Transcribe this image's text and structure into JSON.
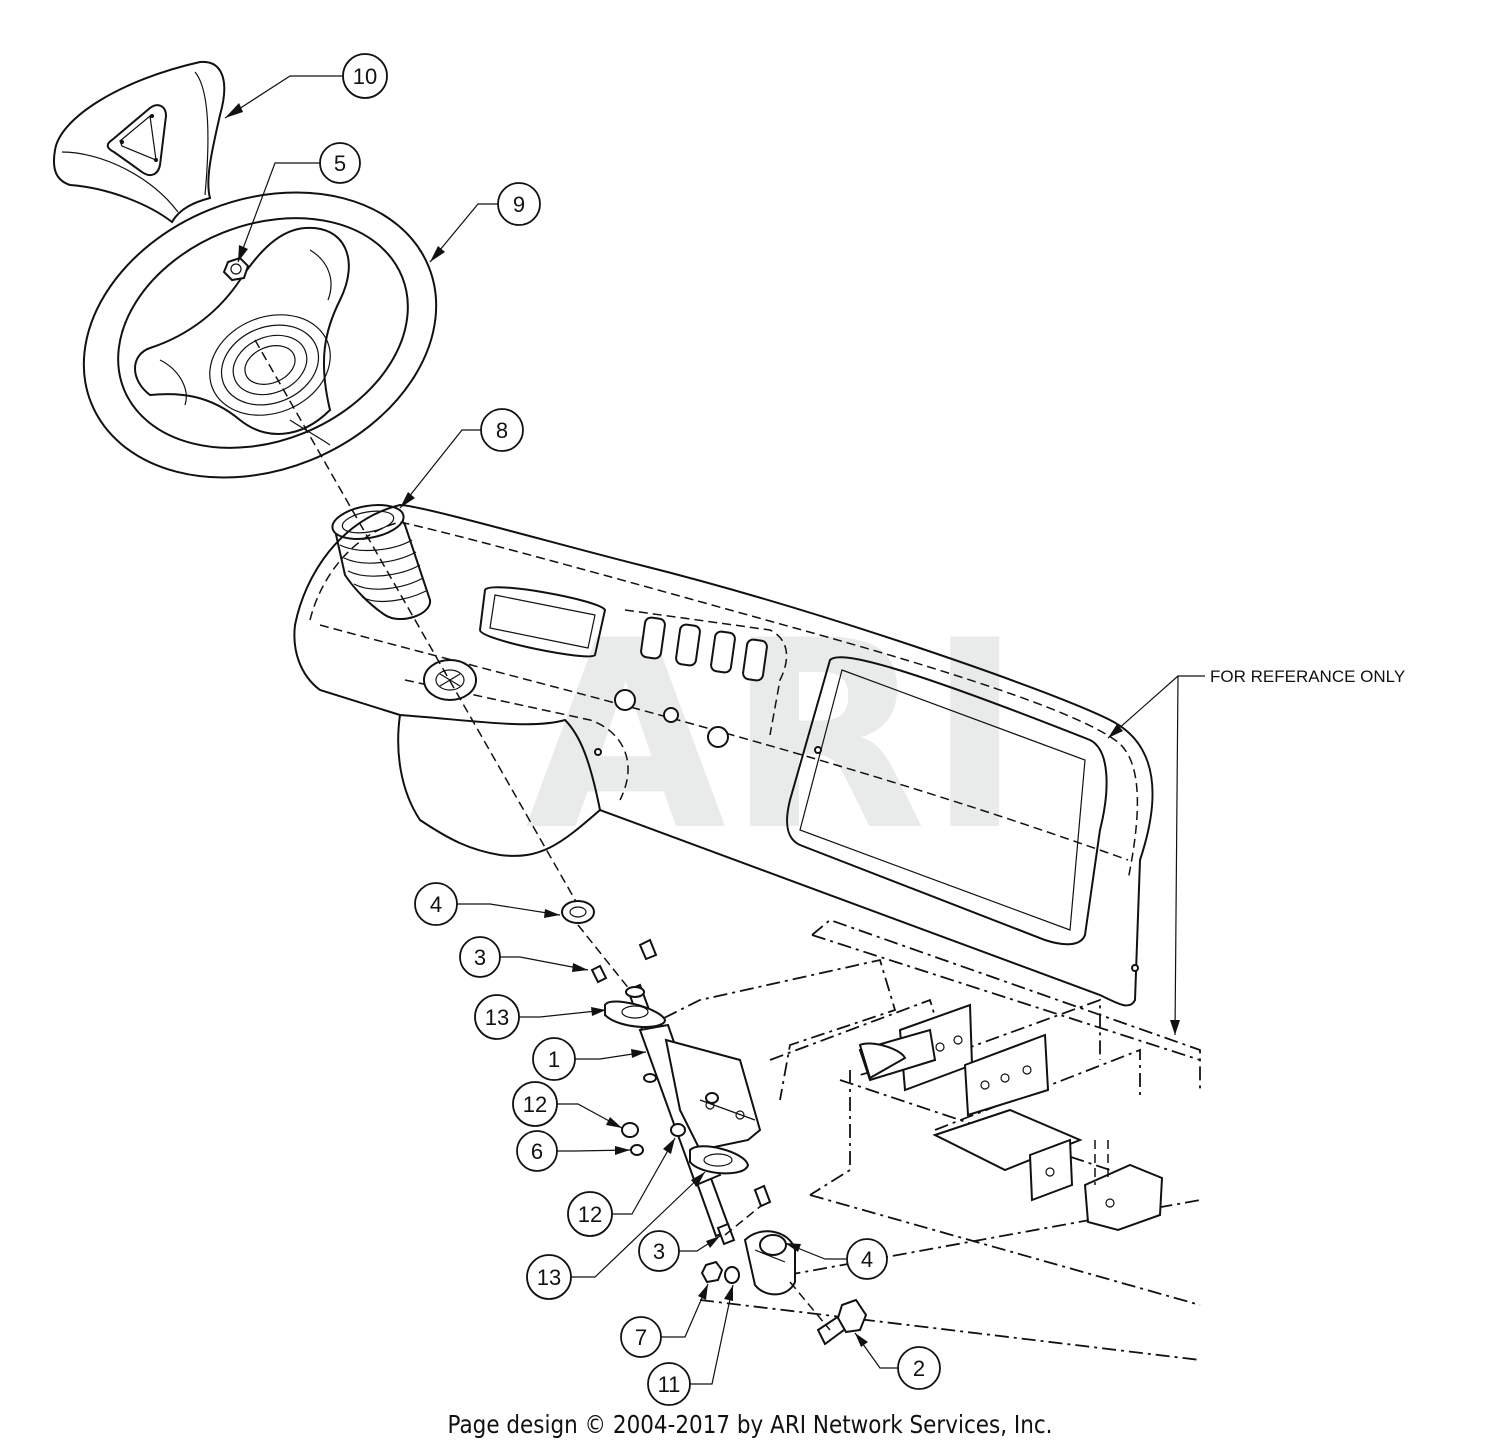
{
  "watermark": "ARI",
  "reference_note": "FOR REFERANCE ONLY",
  "callouts": [
    {
      "id": "c10",
      "label": "10"
    },
    {
      "id": "c5",
      "label": "5"
    },
    {
      "id": "c9",
      "label": "9"
    },
    {
      "id": "c8",
      "label": "8"
    },
    {
      "id": "c4a",
      "label": "4"
    },
    {
      "id": "c3a",
      "label": "3"
    },
    {
      "id": "c13a",
      "label": "13"
    },
    {
      "id": "c1",
      "label": "1"
    },
    {
      "id": "c12a",
      "label": "12"
    },
    {
      "id": "c6",
      "label": "6"
    },
    {
      "id": "c12b",
      "label": "12"
    },
    {
      "id": "c13b",
      "label": "13"
    },
    {
      "id": "c3b",
      "label": "3"
    },
    {
      "id": "c4b",
      "label": "4"
    },
    {
      "id": "c7",
      "label": "7"
    },
    {
      "id": "c2",
      "label": "2"
    },
    {
      "id": "c11",
      "label": "11"
    }
  ],
  "copyright": "Page design © 2004-2017 by ARI Network Services, Inc."
}
